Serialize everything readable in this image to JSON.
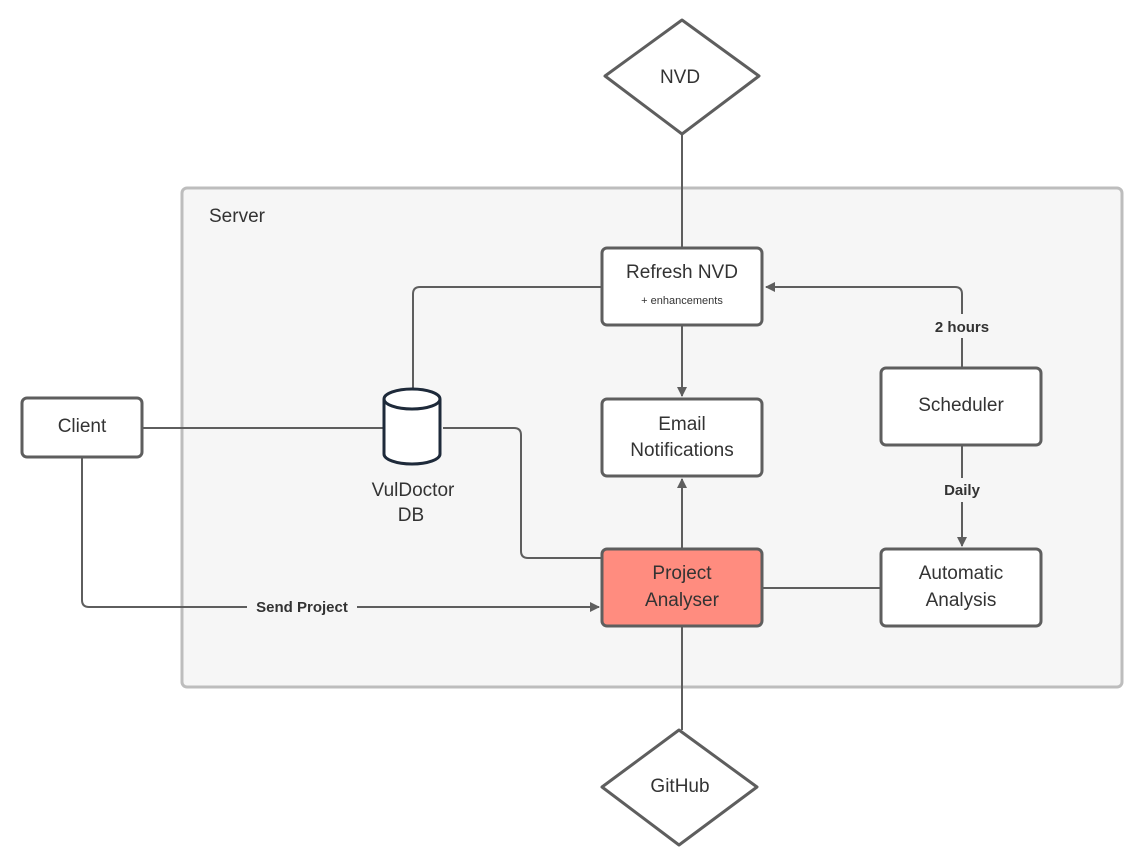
{
  "diagram": {
    "container": {
      "label": "Server",
      "fill": "#f6f6f6",
      "stroke": "#bdbdbd"
    },
    "nodes": {
      "nvd": {
        "label": "NVD",
        "shape": "diamond"
      },
      "refresh_nvd": {
        "label": "Refresh NVD",
        "sublabel": "+ enhancements",
        "shape": "rectangle"
      },
      "email_notifications": {
        "label_line1": "Email",
        "label_line2": "Notifications",
        "shape": "rectangle"
      },
      "scheduler": {
        "label": "Scheduler",
        "shape": "rectangle"
      },
      "client": {
        "label": "Client",
        "shape": "rectangle"
      },
      "vuldoctor_db": {
        "label_line1": "VulDoctor",
        "label_line2": "DB",
        "shape": "cylinder"
      },
      "project_analyser": {
        "label_line1": "Project",
        "label_line2": "Analyser",
        "shape": "rectangle",
        "fill": "#ff8c7f"
      },
      "automatic_analysis": {
        "label_line1": "Automatic",
        "label_line2": "Analysis",
        "shape": "rectangle"
      },
      "github": {
        "label": "GitHub",
        "shape": "diamond"
      }
    },
    "edges": [
      {
        "from": "nvd",
        "to": "refresh_nvd",
        "label": ""
      },
      {
        "from": "refresh_nvd",
        "to": "vuldoctor_db",
        "label": ""
      },
      {
        "from": "refresh_nvd",
        "to": "email_notifications",
        "label": "",
        "arrow": "to"
      },
      {
        "from": "scheduler",
        "to": "refresh_nvd",
        "label": "2 hours",
        "arrow": "to"
      },
      {
        "from": "scheduler",
        "to": "automatic_analysis",
        "label": "Daily",
        "arrow": "to"
      },
      {
        "from": "client",
        "to": "vuldoctor_db",
        "label": ""
      },
      {
        "from": "vuldoctor_db",
        "to": "project_analyser",
        "label": ""
      },
      {
        "from": "client",
        "to": "project_analyser",
        "label": "Send Project",
        "arrow": "to"
      },
      {
        "from": "project_analyser",
        "to": "email_notifications",
        "label": "",
        "arrow": "to"
      },
      {
        "from": "automatic_analysis",
        "to": "project_analyser",
        "label": ""
      },
      {
        "from": "project_analyser",
        "to": "github",
        "label": ""
      }
    ],
    "edge_labels": {
      "two_hours": "2 hours",
      "daily": "Daily",
      "send_project": "Send Project"
    }
  }
}
